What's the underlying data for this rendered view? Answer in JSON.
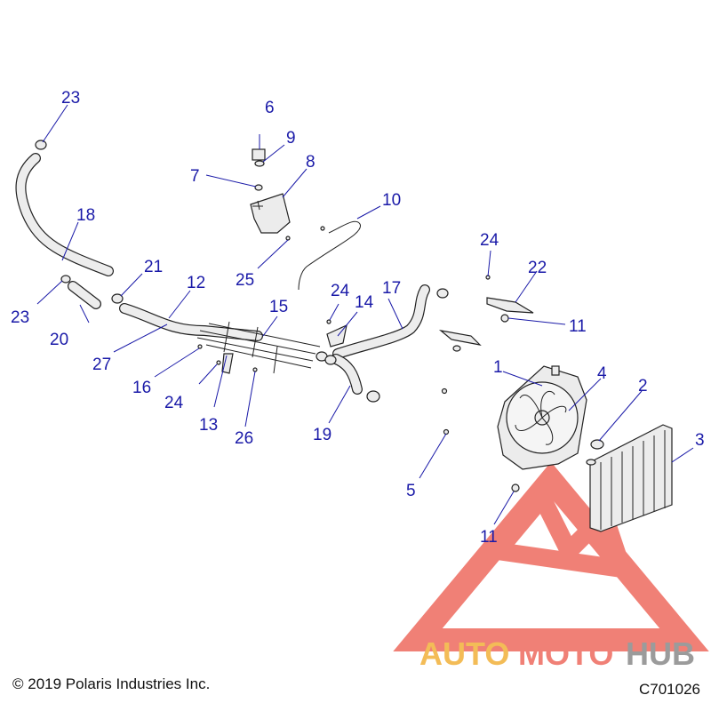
{
  "callouts": [
    {
      "label": "1"
    },
    {
      "label": "2"
    },
    {
      "label": "3"
    },
    {
      "label": "4"
    },
    {
      "label": "5"
    },
    {
      "label": "6"
    },
    {
      "label": "7"
    },
    {
      "label": "8"
    },
    {
      "label": "9"
    },
    {
      "label": "10"
    },
    {
      "label": "11"
    },
    {
      "label": "11"
    },
    {
      "label": "12"
    },
    {
      "label": "13"
    },
    {
      "label": "14"
    },
    {
      "label": "15"
    },
    {
      "label": "16"
    },
    {
      "label": "17"
    },
    {
      "label": "18"
    },
    {
      "label": "19"
    },
    {
      "label": "20"
    },
    {
      "label": "21"
    },
    {
      "label": "22"
    },
    {
      "label": "23"
    },
    {
      "label": "23"
    },
    {
      "label": "24"
    },
    {
      "label": "24"
    },
    {
      "label": "24"
    },
    {
      "label": "25"
    },
    {
      "label": "26"
    },
    {
      "label": "27"
    }
  ],
  "footer": {
    "copyright": "© 2019 Polaris Industries Inc.",
    "drawing_number": "C701026"
  },
  "watermark": {
    "text_part1": "AUTO",
    "text_part2": "MOTO",
    "text_part3": "HUB",
    "colors": {
      "part1": "#f2b13a",
      "part2": "#ee6b5f",
      "part3": "#8a8a8a",
      "triangle": "#ee6b5f"
    }
  },
  "colors": {
    "callout": "#1a1aa8",
    "line_art": "#222222"
  }
}
